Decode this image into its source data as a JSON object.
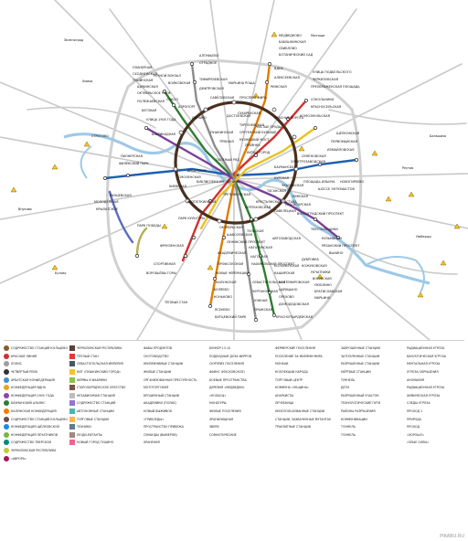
{
  "map": {
    "place_labels": [
      "ПЛАНЕРНАЯ",
      "СХОДНЕНСКАЯ",
      "ТУШИНСКАЯ",
      "ЩУКИНСКАЯ",
      "ОКТЯБРЬСКОЕ ПОЛЕ",
      "ПОЛЕЖАЕВСКАЯ",
      "БЕГОВАЯ",
      "УЛИЦА 1905 ГОДА",
      "БАРРИКАДНАЯ",
      "ПУШКИНСКАЯ",
      "КУЗНЕЦКИЙ МОСТ",
      "КИТАЙ-ГОРОД",
      "ТАГАНСКАЯ",
      "ПРОЛЕТАРСКАЯ",
      "ВОЛГОГРАДСКИЙ ПРОСПЕКТ",
      "ТЕКСТИЛЬЩИКИ",
      "КУЗЬМИНКИ",
      "РЯЗАНСКИЙ ПРОСПЕКТ",
      "ВЫХИНО",
      "МЕДВЕДКОВО",
      "БАБУШКИНСКАЯ",
      "СВИБЛОВО",
      "БОТАНИЧЕСКИЙ САД",
      "ВДНХ",
      "АЛЕКСЕЕВСКАЯ",
      "РИЖСКАЯ",
      "ПРОСПЕКТ МИРА",
      "СУХАРЕВСКАЯ",
      "ТУРГЕНЕВСКАЯ",
      "КИТАЙ-ГОРОД",
      "ТРЕТЬЯКОВСКАЯ",
      "ОКТЯБРЬСКАЯ",
      "ШАБОЛОВСКАЯ",
      "ЛЕНИНСКИЙ ПРОСПЕКТ",
      "АКАДЕМИЧЕСКАЯ",
      "ПРОФСОЮЗНАЯ",
      "НОВЫЕ ЧЕРЁМУШКИ",
      "КАЛУЖСКАЯ",
      "БЕЛЯЕВО",
      "КОНЬКОВО",
      "ТЁПЛЫЙ СТАН",
      "ЯСЕНЕВО",
      "БИТЦЕВСКИЙ ПАРК",
      "ВОРОБЬЁВЫ ГОРЫ",
      "СПОРТИВНАЯ",
      "ФРУНЗЕНСКАЯ",
      "ПАРК КУЛЬТУРЫ",
      "КРОПОТКИНСКАЯ",
      "БИБЛИОТЕКА ИМ. ЛЕНИНА",
      "ОХОТНЫЙ РЯД",
      "ЛУБЯНКА",
      "ЧИСТЫЕ ПРУДЫ",
      "КРАСНЫЕ ВОРОТА",
      "КОМСОМОЛЬСКАЯ",
      "КРАСНОСЕЛЬСКАЯ",
      "СОКОЛЬНИКИ",
      "ПРЕОБРАЖЕНСКАЯ ПЛОЩАДЬ",
      "ЧЕРКИЗОВСКАЯ",
      "УЛИЦА ПОДБЕЛЬСКОГО",
      "ПАВЕЛЕЦКАЯ",
      "АВТОЗАВОДСКАЯ",
      "КОЛОМЕНСКАЯ",
      "КАШИРСКАЯ",
      "КАНТЕМИРОВСКАЯ",
      "ЦАРИЦЫНО",
      "ОРЕХОВО",
      "ДОМОДЕДОВСКАЯ",
      "КРАСНОГВАРДЕЙСКАЯ",
      "СЕРПУХОВСКАЯ",
      "ТУЛЬСКАЯ",
      "НАГАТИНСКАЯ",
      "НАГОРНАЯ",
      "НАХИМОВСКИЙ ПРОСПЕКТ",
      "СЕВАСТОПОЛЬСКАЯ",
      "ЧЕРТАНОВСКАЯ",
      "ЮЖНАЯ",
      "ПРАЖСКАЯ",
      "КИЕВСКАЯ",
      "СМОЛЕНСКАЯ",
      "АРБАТСКАЯ",
      "АЛЕКСАНДРОВСКИЙ САД",
      "ФИЛЁВСКИЙ ПАРК",
      "ПИОНЕРСКАЯ",
      "КУНЦЕВСКАЯ",
      "МОЛОДЁЖНАЯ",
      "КРЫЛАТСКОЕ",
      "СТРОГИНО",
      "ПАРК ПОБЕДЫ",
      "ИЗМАЙЛОВСКАЯ",
      "ПЕРВОМАЙСКАЯ",
      "ЩЁЛКОВСКАЯ",
      "СЕМЁНОВСКАЯ",
      "ЭЛЕКТРОЗАВОДСКАЯ",
      "БАУМАНСКАЯ",
      "КУРСКАЯ",
      "ПЛОЩАДЬ ИЛЬИЧА",
      "ШОССЕ ЭНТУЗИАСТОВ",
      "НОВОГИРЕЕВО",
      "ДИНАМО",
      "АЭРОПОРТ",
      "СОКОЛ",
      "ВОЙКОВСКАЯ",
      "РЕЧНОЙ ВОКЗАЛ",
      "САВЁЛОВСКАЯ",
      "ДМИТРОВСКАЯ",
      "ТИМИРЯЗЕВСКАЯ",
      "ОТРАДНОЕ",
      "АЛТУФЬЕВО",
      "МАРЬИНА РОЩА",
      "ДОСТОЕВСКАЯ",
      "ТРУБНАЯ",
      "СРЕТЕНСКИЙ БУЛЬВАР",
      "ЧКАЛОВСКАЯ",
      "РИМСКАЯ",
      "КРЕСТЬЯНСКАЯ ЗАСТАВА",
      "ДУБРОВКА",
      "КОЖУХОВСКАЯ",
      "ПЕЧАТНИКИ",
      "ВОЛЖСКАЯ",
      "ЛЮБЛИНО",
      "БРАТИСЛАВСКАЯ",
      "МАРЬИНО"
    ],
    "region_labels": [
      "Зеленоград",
      "Мытищи",
      "Химки",
      "Люберцы",
      "Бутово",
      "Внуково",
      "Реутов",
      "Балашиха"
    ]
  },
  "legend": {
    "columns": [
      [
        {
          "text": "Содружество станций кольцевой линии (Ганза)",
          "color": "#8B5A2B",
          "shape": "circle"
        },
        {
          "text": "Красная линия",
          "color": "#D32F2F",
          "shape": "circle"
        },
        {
          "text": "Полис",
          "color": "#9E9E9E",
          "shape": "circle"
        },
        {
          "text": "Четвёртый рейх",
          "color": "#333333",
          "shape": "circle"
        },
        {
          "text": "Арбатская конфедерация",
          "color": "#3F8FD0",
          "shape": "circle"
        },
        {
          "text": "Конфедерация ВДНХ",
          "color": "#E9A21F",
          "shape": "circle"
        },
        {
          "text": "Конфедерация 1905 года",
          "color": "#8E44AD",
          "shape": "circle"
        },
        {
          "text": "Бауманский альянс",
          "color": "#2E7D32",
          "shape": "circle"
        },
        {
          "text": "Калужская конфедерация",
          "color": "#F57C00",
          "shape": "circle"
        },
        {
          "text": "Содружество станций кольцевой линии",
          "color": "#6D4C41",
          "shape": "circle"
        },
        {
          "text": "Конфедерация Щёлковской",
          "color": "#1E88E5",
          "shape": "circle"
        },
        {
          "text": "Конфедерация печатников",
          "color": "#7CB342",
          "shape": "circle"
        },
        {
          "text": "Содружество тверской",
          "color": "#00897B",
          "shape": "circle"
        },
        {
          "text": "Черкизовская республика",
          "color": "#C0CA33",
          "shape": "circle"
        },
        {
          "text": "«Аврора»",
          "color": "#AD1457",
          "shape": "circle"
        }
      ],
      [
        {
          "text": "Черкизовская республика",
          "color": "#5D4037",
          "shape": "square"
        },
        {
          "text": "Тёплый стан",
          "color": "#E53935",
          "shape": "square"
        },
        {
          "text": "Севастопольская империя",
          "color": "#455A64",
          "shape": "square"
        },
        {
          "text": "Кит «Пушкинский город»",
          "color": "#FBC02D",
          "shape": "square"
        },
        {
          "text": "Фермы и фабрики",
          "color": "#8BC34A",
          "shape": "square"
        },
        {
          "text": "Старообрядческое братство",
          "color": "#795548",
          "shape": "square"
        },
        {
          "text": "Независимая станция",
          "color": "#BDBDBD",
          "shape": "square"
        },
        {
          "text": "Содружество станций",
          "color": "#9575CD",
          "shape": "square"
        },
        {
          "text": "Автономные станции",
          "color": "#4DB6AC",
          "shape": "square"
        },
        {
          "text": "Торговые станции",
          "color": "#FFB74D",
          "shape": "square"
        },
        {
          "text": "Техники",
          "color": "#607D8B",
          "shape": "square"
        },
        {
          "text": "Люди-мутанты",
          "color": "#A1887F",
          "shape": "square"
        },
        {
          "text": "Новый город Тушино",
          "color": "#F06292",
          "shape": "square"
        }
      ],
      [
        {
          "text": "Фабы продуктов",
          "color": "#F9A825",
          "shape": "triangle"
        },
        {
          "text": "Скотоводство",
          "color": "#F9A825",
          "shape": "triangle"
        },
        {
          "text": "Неизменимые станции",
          "color": "#F9A825",
          "shape": "triangle"
        },
        {
          "text": "Жилые станции",
          "color": "#F9A825",
          "shape": "triangle"
        },
        {
          "text": "Организованная преступность",
          "color": "#F9A825",
          "shape": "triangle"
        },
        {
          "text": "Мототорговля",
          "color": "#F9A825",
          "shape": "triangle"
        },
        {
          "text": "Брошенный станции",
          "color": "#F9A825",
          "shape": "triangle"
        },
        {
          "text": "Академики (Полис)",
          "color": "#F9A825",
          "shape": "triangle"
        },
        {
          "text": "Новый выживок",
          "color": "#F9A825",
          "shape": "triangle"
        },
        {
          "text": "«Грибоеды»",
          "color": "#F9A825",
          "shape": "triangle"
        },
        {
          "text": "Пространство прибежа",
          "color": "#F9A825",
          "shape": "triangle"
        },
        {
          "text": "Суманды (вымерли)",
          "color": "#F9A825",
          "shape": "triangle"
        },
        {
          "text": "Хранения",
          "color": "#F9A825",
          "shape": "triangle"
        }
      ],
      [
        {
          "text": "Бункер 13-10",
          "color": "#F9A825",
          "shape": "triangle"
        },
        {
          "text": "Подводная доза ферров",
          "color": "#F9A825",
          "shape": "triangle"
        },
        {
          "text": "Сюрприз поселения",
          "color": "#F9A825",
          "shape": "triangle"
        },
        {
          "text": "Фаянс (Московское)",
          "color": "#F9A825",
          "shape": "triangle"
        },
        {
          "text": "Боевые пространства",
          "color": "#F9A825",
          "shape": "triangle"
        },
        {
          "text": "Деревня «Медведки»",
          "color": "#F9A825",
          "shape": "triangle"
        },
        {
          "text": "«Коласы»",
          "color": "#F9A825",
          "shape": "triangle"
        },
        {
          "text": "Монатуры",
          "color": "#F9A825",
          "shape": "triangle"
        },
        {
          "text": "Жилые поселения",
          "color": "#F9A825",
          "shape": "triangle"
        },
        {
          "text": "Хранилищная",
          "color": "#F9A825",
          "shape": "triangle"
        },
        {
          "text": "Звери",
          "color": "#F9A825",
          "shape": "triangle"
        },
        {
          "text": "Сомнотические",
          "color": "#F9A825",
          "shape": "triangle"
        }
      ],
      [
        {
          "text": "Фермерские поселения",
          "color": "#F9A825",
          "shape": "triangle"
        },
        {
          "text": "Поселение за милями мира",
          "color": "#F9A825",
          "shape": "triangle"
        },
        {
          "text": "Монахи",
          "color": "#F9A825",
          "shape": "triangle"
        },
        {
          "text": "Коллекции народа",
          "color": "#F9A825",
          "shape": "triangle"
        },
        {
          "text": "Торговый центр",
          "color": "#F9A825",
          "shape": "triangle"
        },
        {
          "text": "Коммуна «Община»",
          "color": "#F9A825",
          "shape": "triangle"
        },
        {
          "text": "Анархисты",
          "color": "#F9A825",
          "shape": "triangle"
        },
        {
          "text": "Лечебница",
          "color": "#F9A825",
          "shape": "triangle"
        },
        {
          "text": "Неиспользованные станции",
          "color": "#F9A825",
          "shape": "triangle"
        },
        {
          "text": "Станции, захваченные мутантами",
          "color": "#F9A825",
          "shape": "triangle"
        },
        {
          "text": "Транзитные станции",
          "color": "#F9A825",
          "shape": "triangle"
        }
      ],
      [
        {
          "text": "Заброшенные станции",
          "color": "#F9A825",
          "shape": "triangle"
        },
        {
          "text": "Затопленные станции",
          "color": "#F9A825",
          "shape": "triangle"
        },
        {
          "text": "Разрушенные станции",
          "color": "#F9A825",
          "shape": "triangle"
        },
        {
          "text": "Мёртвые станции",
          "color": "#F9A825",
          "shape": "triangle"
        },
        {
          "text": "Туннель",
          "color": "#F9A825",
          "shape": "triangle"
        },
        {
          "text": "Дети",
          "color": "#F9A825",
          "shape": "triangle"
        },
        {
          "text": "Разрушенный участок",
          "color": "#F9A825",
          "shape": "triangle"
        },
        {
          "text": "Технологические пути",
          "color": "#F9A825",
          "shape": "triangle"
        },
        {
          "text": "Районы разрушения",
          "color": "#F9A825",
          "shape": "triangle"
        },
        {
          "text": "Коммуникации",
          "color": "#F9A825",
          "shape": "triangle"
        },
        {
          "text": "Тоннель",
          "color": "#F9A825",
          "shape": "triangle"
        },
        {
          "text": "Тоннель",
          "color": "#F9A825",
          "shape": "triangle"
        }
      ],
      [
        {
          "text": "Радиационная угроза",
          "color": "#F9A825",
          "shape": "triangle"
        },
        {
          "text": "Биологическая угроза",
          "color": "#F9A825",
          "shape": "triangle"
        },
        {
          "text": "Ментальная угроза",
          "color": "#F9A825",
          "shape": "triangle"
        },
        {
          "text": "Угроза обрушения",
          "color": "#F9A825",
          "shape": "triangle"
        },
        {
          "text": "Аномалия",
          "color": "#F9A825",
          "shape": "triangle"
        },
        {
          "text": "Радиационная угроза",
          "color": "#F9A825",
          "shape": "triangle"
        },
        {
          "text": "Химическая угроза",
          "color": "#F9A825",
          "shape": "triangle"
        },
        {
          "text": "Следы угроза",
          "color": "#F9A825",
          "shape": "triangle"
        },
        {
          "text": "Проход 1",
          "color": "#F9A825",
          "shape": "triangle"
        },
        {
          "text": "Природа",
          "color": "#F9A825",
          "shape": "triangle"
        },
        {
          "text": "Проход",
          "color": "#F9A825",
          "shape": "triangle"
        },
        {
          "text": "«Хорошо»",
          "color": "#F9A825",
          "shape": "triangle"
        },
        {
          "text": "«Злые силы»",
          "color": "#F9A825",
          "shape": "triangle"
        }
      ]
    ]
  },
  "credit": "PIKABU.RU",
  "colors": {
    "ring": "#4A2F20",
    "road": "#C9C9C9",
    "river": "#9EC9E6",
    "red_line": "#D32F2F",
    "green_line": "#2E7D32",
    "blue_line": "#1E5FB0",
    "orange_line": "#E07B00",
    "purple_line": "#7B3F9A",
    "grey_line": "#8C8C8C",
    "yellow_line": "#E9C21F",
    "park": "#9DD3A6"
  }
}
